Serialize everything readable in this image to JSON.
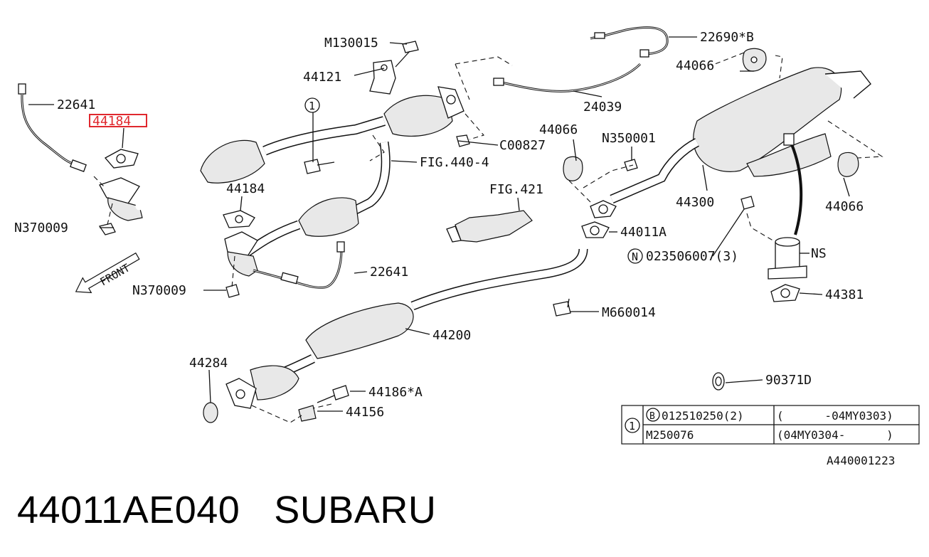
{
  "diagram": {
    "labels": {
      "m130015": "M130015",
      "l44121": "44121",
      "l22641_top": "22641",
      "l44184_highlight": "44184",
      "l44184_mid": "44184",
      "n370009_top": "N370009",
      "n370009_bot": "N370009",
      "l22641_mid": "22641",
      "circle1": "1",
      "c00827": "C00827",
      "fig4404": "FIG.440-4",
      "fig421": "FIG.421",
      "l22690b": "22690*B",
      "l24039": "24039",
      "l44066_top": "44066",
      "l44066_mid": "44066",
      "l44066_right": "44066",
      "n350001": "N350001",
      "l44300": "44300",
      "l44011a": "44011A",
      "n_circle": "N",
      "n023506007": "023506007(3)",
      "ns": "NS",
      "l44381": "44381",
      "m660014": "M660014",
      "l44200": "44200",
      "l44284": "44284",
      "l44186a": "44186*A",
      "l44156": "44156",
      "l90371d": "90371D",
      "front": "FRONT",
      "ref_code": "A440001223"
    },
    "highlight_color": "#e0282e",
    "table": {
      "circle_label": "1",
      "rows": [
        {
          "b_mark": "B",
          "part": "012510250(2)",
          "range": "(      -04MY0303)"
        },
        {
          "part": "M250076",
          "range": "(04MY0304-      )"
        }
      ]
    }
  },
  "caption": {
    "part_number": "44011AE040",
    "brand": "SUBARU"
  }
}
